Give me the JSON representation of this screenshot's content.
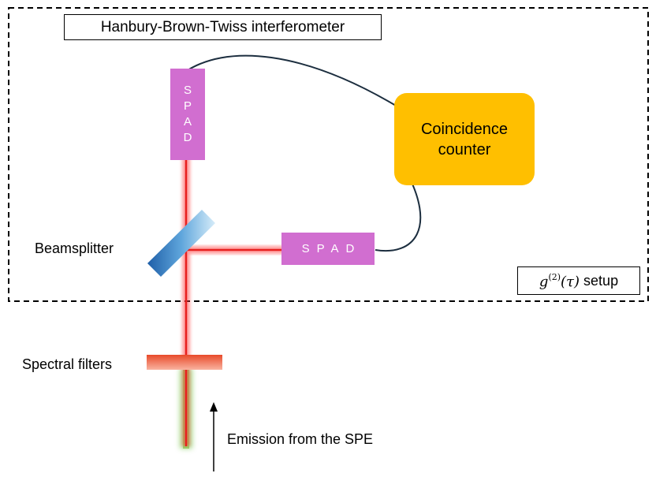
{
  "labels": {
    "title": "Hanbury-Brown-Twiss interferometer",
    "beamsplitter": "Beamsplitter",
    "spectral_filters": "Spectral filters",
    "emission": "Emission from the SPE"
  },
  "spad_vertical": {
    "letters": [
      "S",
      "P",
      "A",
      "D"
    ]
  },
  "spad_horizontal": {
    "label": "SPAD"
  },
  "counter": {
    "line1": "Coincidence",
    "line2": "counter"
  },
  "setup": {
    "math_g": "g",
    "math_sup": "(2)",
    "math_arg": "(τ)",
    "suffix": " setup"
  },
  "colors": {
    "spad": "#d16ed0",
    "counter": "#ffbf00",
    "laser_red": "#e8201f",
    "laser_green": "#67c23a",
    "frame": "#000000"
  }
}
